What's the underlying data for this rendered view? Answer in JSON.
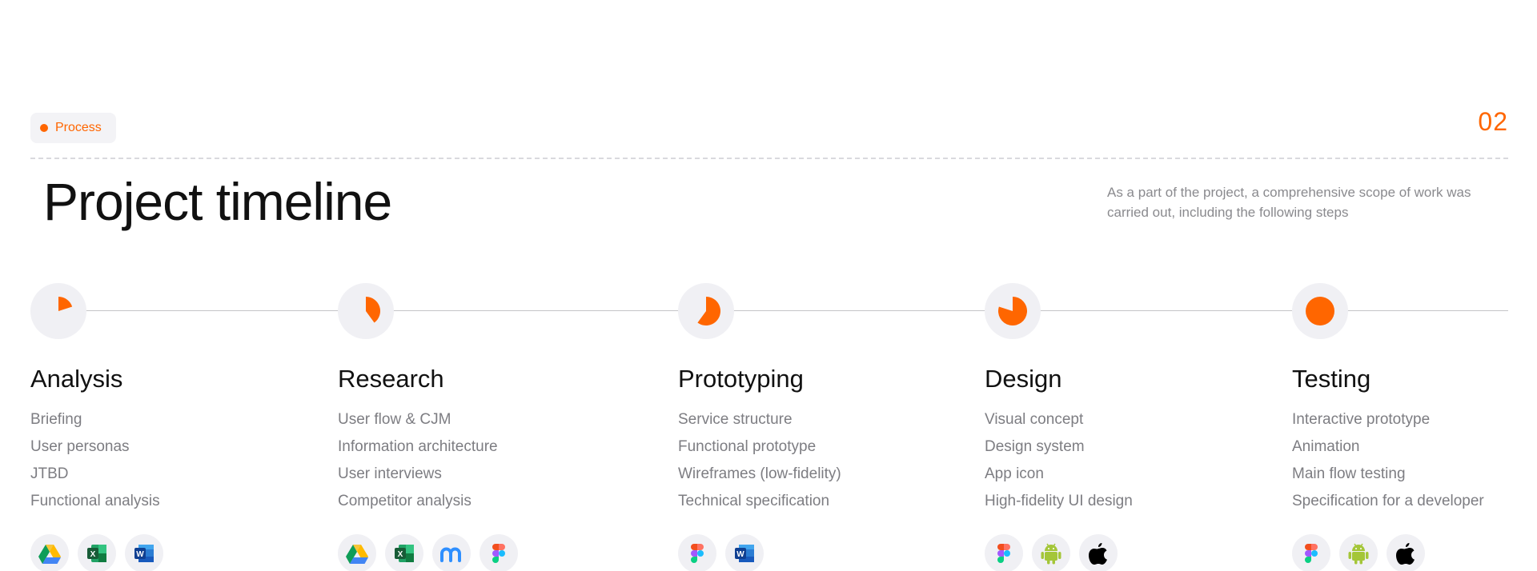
{
  "header": {
    "badge_label": "Process",
    "page_number": "02",
    "title": "Project timeline",
    "description": "As a part of the project, a comprehensive scope of work was carried out, including the following steps"
  },
  "colors": {
    "accent": "#ff6600",
    "marker_bg": "#f0f0f4",
    "muted_text": "#7d7d82"
  },
  "stages": [
    {
      "title": "Analysis",
      "progress": 0.2,
      "steps": [
        "Briefing",
        "User personas",
        "JTBD",
        "Functional analysis"
      ],
      "tools": [
        "google-drive-icon",
        "excel-icon",
        "word-icon"
      ]
    },
    {
      "title": "Research",
      "progress": 0.4,
      "steps": [
        "User flow & CJM",
        "Information architecture",
        "User interviews",
        "Competitor analysis"
      ],
      "tools": [
        "google-drive-icon",
        "excel-icon",
        "miro-icon",
        "figma-icon"
      ]
    },
    {
      "title": "Prototyping",
      "progress": 0.6,
      "steps": [
        "Service structure",
        "Functional prototype",
        "Wireframes (low-fidelity)",
        "Technical specification"
      ],
      "tools": [
        "figma-icon",
        "word-icon"
      ]
    },
    {
      "title": "Design",
      "progress": 0.8,
      "steps": [
        "Visual concept",
        "Design system",
        "App icon",
        "High-fidelity UI design"
      ],
      "tools": [
        "figma-icon",
        "android-icon",
        "apple-icon"
      ]
    },
    {
      "title": "Testing",
      "progress": 1.0,
      "steps": [
        "Interactive prototype",
        "Animation",
        "Main flow testing",
        "Specification for a developer"
      ],
      "tools": [
        "figma-icon",
        "android-icon",
        "apple-icon"
      ]
    }
  ]
}
